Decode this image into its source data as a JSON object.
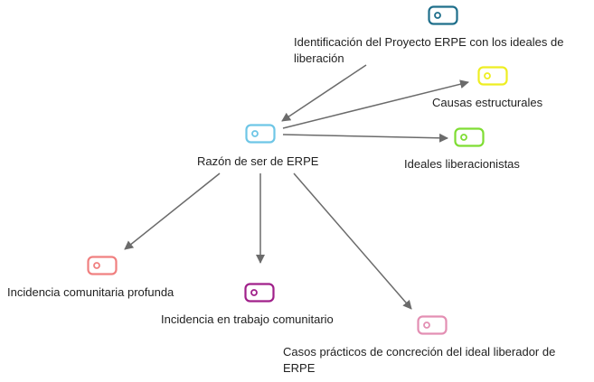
{
  "nodes": {
    "razon": {
      "label": "Razón de ser de ERPE",
      "color": "#6ec6e6"
    },
    "identificacion": {
      "label": "Identificación del Proyecto ERPE con los ideales de liberación",
      "color": "#1f6f8b"
    },
    "causas": {
      "label": "Causas estructurales",
      "color": "#eeee22"
    },
    "ideales": {
      "label": "Ideales liberacionistas",
      "color": "#7fdd33"
    },
    "incidencia_comunitaria": {
      "label": "Incidencia comunitaria profunda",
      "color": "#f08080"
    },
    "incidencia_trabajo": {
      "label": "Incidencia en trabajo comunitario",
      "color": "#a0208a"
    },
    "casos": {
      "label": "Casos prácticos de concreción del ideal liberador de ERPE",
      "color": "#e38fb3"
    }
  },
  "edges": [
    {
      "from": "identificacion",
      "to": "razon"
    },
    {
      "from": "razon",
      "to": "causas"
    },
    {
      "from": "razon",
      "to": "ideales"
    },
    {
      "from": "razon",
      "to": "incidencia_comunitaria"
    },
    {
      "from": "razon",
      "to": "incidencia_trabajo"
    },
    {
      "from": "razon",
      "to": "casos"
    }
  ],
  "edge_color": "#6b6b6b"
}
